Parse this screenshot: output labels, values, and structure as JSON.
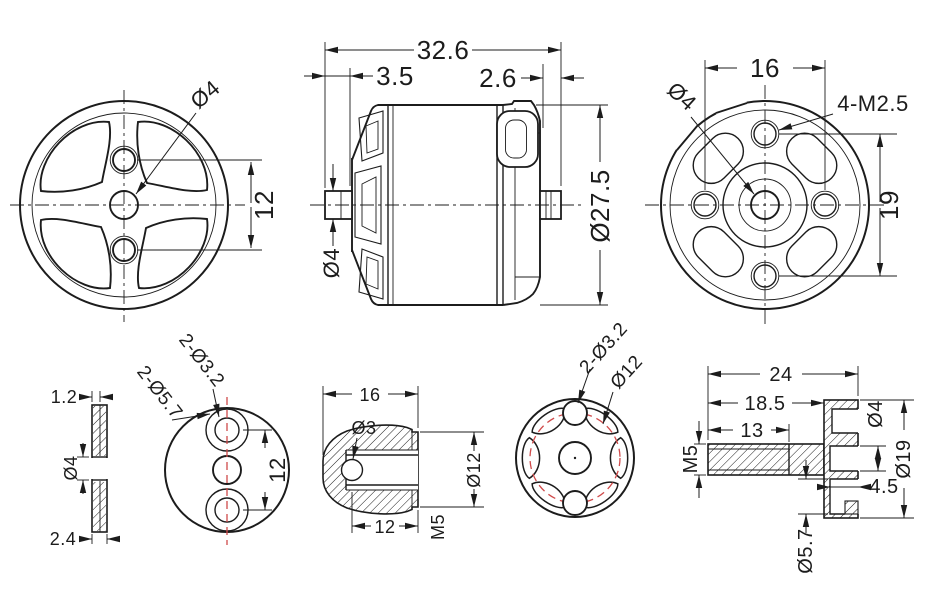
{
  "drawing_title": "brushless motor and propeller adapter dimension drawing",
  "colors": {
    "line": "#1c1c1c",
    "centerline_red": "#d04a4a",
    "background": "#ffffff"
  },
  "views": {
    "bell_front": {
      "shaft_dia": "Ø4",
      "hole_spacing": "12"
    },
    "motor_side": {
      "total_length": "32.6",
      "front_length": "3.5",
      "rear_length": "2.6",
      "body_dia": "Ø27.5",
      "shaft_dia": "Ø4"
    },
    "mount_rear": {
      "pitch_x": "16",
      "pitch_y": "19",
      "screw_spec": "4-M2.5",
      "shaft_dia": "Ø4"
    },
    "washer": {
      "rim_thickness": "1.2",
      "hub_thickness": "2.4",
      "bore_dia": "Ø4"
    },
    "hub_plate": {
      "small_holes": "2-Ø3.2",
      "cbore_holes": "2-Ø5.7",
      "hole_spacing": "12"
    },
    "prop_nut": {
      "length": "16",
      "pin_hole_dia": "Ø3",
      "base_dia": "Ø12",
      "thread_depth": "12",
      "thread": "M5"
    },
    "spinner_plate": {
      "small_holes": "2-Ø3.2",
      "bolt_circle_dia": "Ø12"
    },
    "prop_shaft": {
      "total_length": "24",
      "shank_length": "18.5",
      "thread_length": "13",
      "thread": "M5",
      "bore_dia": "Ø4",
      "flange_dia": "Ø19",
      "cbore_depth": "4.5",
      "cbore_dia": "Ø5.7"
    }
  }
}
